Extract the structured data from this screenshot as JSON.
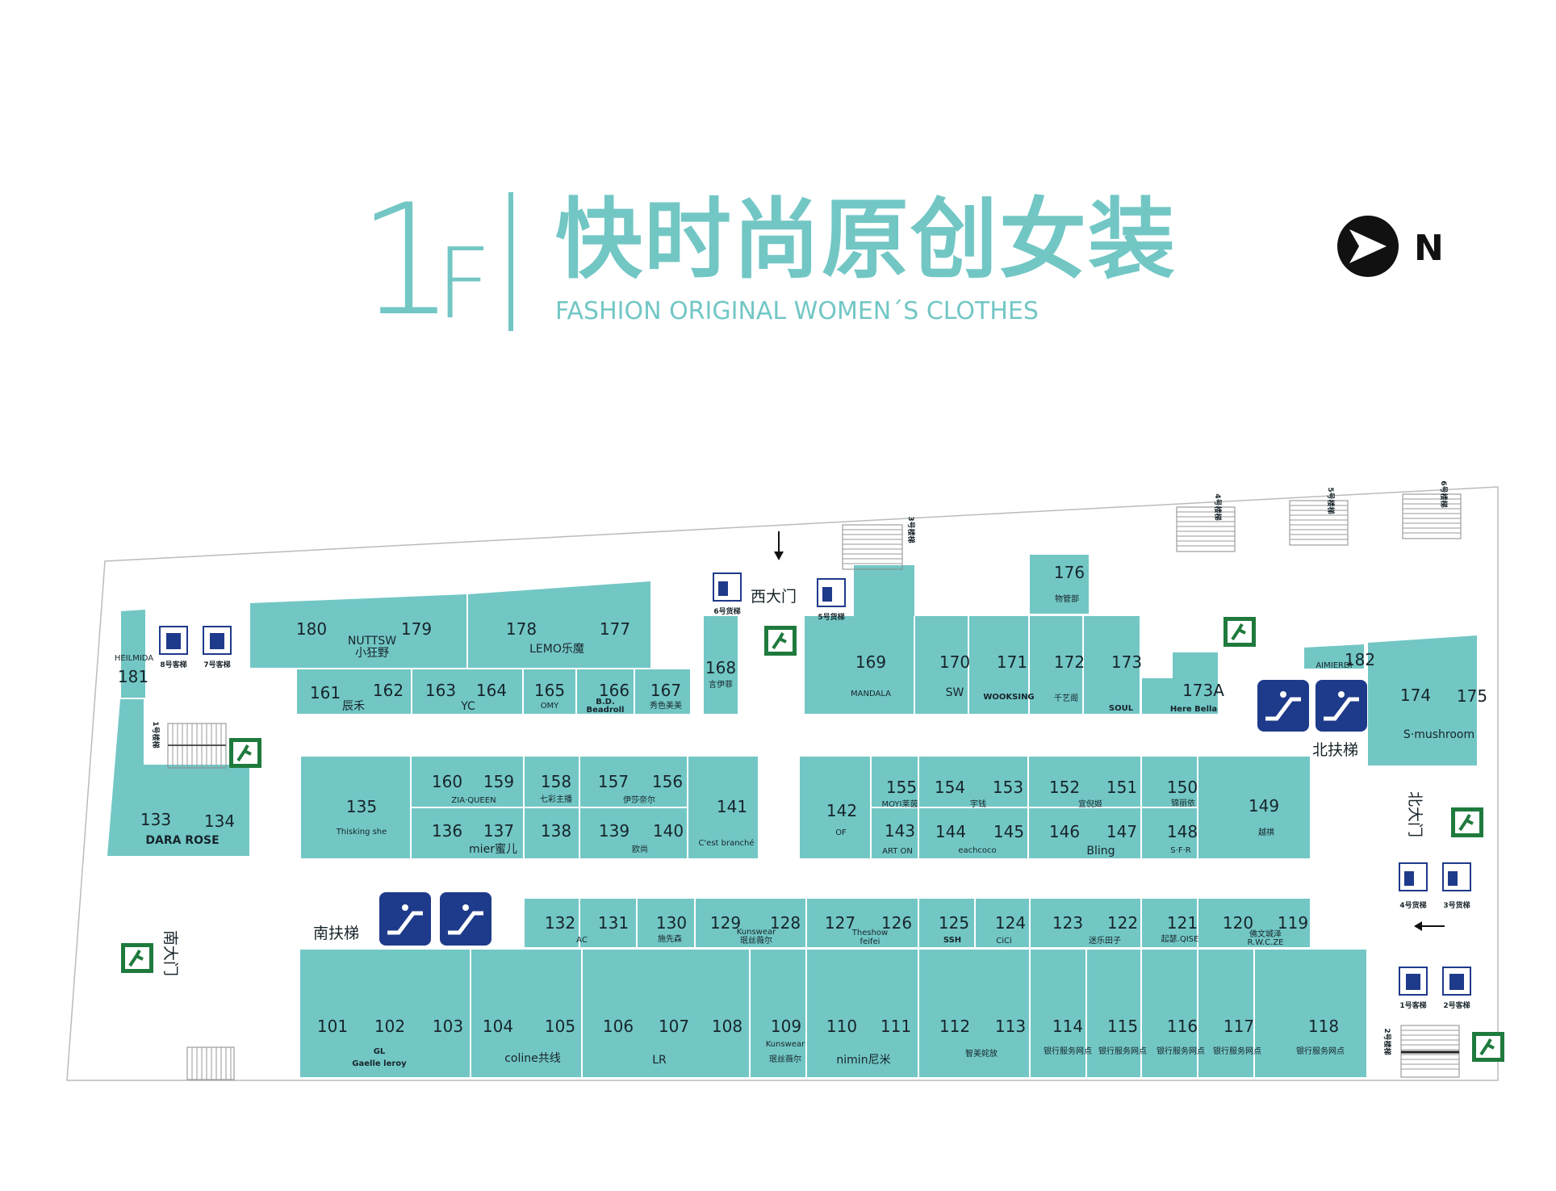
{
  "title": {
    "floor_number": "1",
    "floor_letter": "F",
    "chinese": "快时尚原创女装",
    "english": "FASHION ORIGINAL WOMEN´S CLOTHES"
  },
  "compass": {
    "letter": "N",
    "icon": "north-arrow-icon"
  },
  "colors": {
    "store": "#72c7c5",
    "title": "#72c7c5",
    "escalator_icon": "#1e3a8a",
    "exit_icon": "#1f7a3d",
    "elevator_icon": "#1e3a8a"
  },
  "stores": [
    {
      "id": "180",
      "num": "180"
    },
    {
      "id": "179",
      "num": "179"
    },
    {
      "id": "nuttsw",
      "name": "NUTTSW",
      "name2": "小狂野"
    },
    {
      "id": "178",
      "num": "178"
    },
    {
      "id": "177",
      "num": "177"
    },
    {
      "id": "lemo",
      "name": "LEMO乐魔"
    },
    {
      "id": "161",
      "num": "161"
    },
    {
      "id": "162",
      "num": "162"
    },
    {
      "id": "chenhe",
      "name": "辰禾"
    },
    {
      "id": "163",
      "num": "163"
    },
    {
      "id": "164",
      "num": "164"
    },
    {
      "id": "yc",
      "name": "YC"
    },
    {
      "id": "165",
      "num": "165",
      "name": "OMY"
    },
    {
      "id": "166",
      "num": "166",
      "name": "B.D.",
      "name2": "Beadroll"
    },
    {
      "id": "167",
      "num": "167",
      "name": "秀色美美"
    },
    {
      "id": "168",
      "num": "168",
      "name": "言伊菲"
    },
    {
      "id": "181",
      "num": "181",
      "name": "HEILMIDA"
    },
    {
      "id": "169",
      "num": "169",
      "name": "MANDALA"
    },
    {
      "id": "170",
      "num": "170",
      "name": "SW"
    },
    {
      "id": "171",
      "num": "171",
      "name": "WOOKSING"
    },
    {
      "id": "172",
      "num": "172",
      "name": "千艺阁"
    },
    {
      "id": "173",
      "num": "173",
      "name": "SOUL"
    },
    {
      "id": "173A",
      "num": "173A",
      "name": "Here Bella"
    },
    {
      "id": "176",
      "num": "176",
      "name": "物管部"
    },
    {
      "id": "182",
      "num": "182",
      "name": "AIMIERDI"
    },
    {
      "id": "174",
      "num": "174"
    },
    {
      "id": "175",
      "num": "175"
    },
    {
      "id": "smushroom",
      "name": "S·mushroom"
    },
    {
      "id": "133",
      "num": "133"
    },
    {
      "id": "134",
      "num": "134"
    },
    {
      "id": "dararose",
      "name": "DARA ROSE"
    },
    {
      "id": "135",
      "num": "135",
      "name": "Thisking she"
    },
    {
      "id": "160",
      "num": "160"
    },
    {
      "id": "159",
      "num": "159"
    },
    {
      "id": "ziaqueen",
      "name": "ZIA·QUEEN"
    },
    {
      "id": "158",
      "num": "158",
      "name": "七彩主播"
    },
    {
      "id": "157",
      "num": "157"
    },
    {
      "id": "156",
      "num": "156"
    },
    {
      "id": "yishanaier",
      "name": "伊莎奈尔"
    },
    {
      "id": "136",
      "num": "136"
    },
    {
      "id": "137",
      "num": "137"
    },
    {
      "id": "mier",
      "name": "mier蜜儿"
    },
    {
      "id": "138",
      "num": "138"
    },
    {
      "id": "139",
      "num": "139"
    },
    {
      "id": "140",
      "num": "140"
    },
    {
      "id": "oushang",
      "name": "欧尚"
    },
    {
      "id": "141",
      "num": "141",
      "name": "C'est branché"
    },
    {
      "id": "142",
      "num": "142",
      "name": "OF"
    },
    {
      "id": "155",
      "num": "155",
      "name": "MOYI莱茵"
    },
    {
      "id": "143",
      "num": "143",
      "name": "ART ON"
    },
    {
      "id": "154",
      "num": "154"
    },
    {
      "id": "153",
      "num": "153"
    },
    {
      "id": "yuqian",
      "name": "宇钱"
    },
    {
      "id": "144",
      "num": "144"
    },
    {
      "id": "145",
      "num": "145"
    },
    {
      "id": "eachcoco",
      "name": "eachcoco"
    },
    {
      "id": "152",
      "num": "152"
    },
    {
      "id": "151",
      "num": "151"
    },
    {
      "id": "yisi",
      "name": "宜倪姬"
    },
    {
      "id": "146",
      "num": "146"
    },
    {
      "id": "147",
      "num": "147"
    },
    {
      "id": "bling",
      "name": "Bling"
    },
    {
      "id": "150",
      "num": "150",
      "name": "锦丽依"
    },
    {
      "id": "148",
      "num": "148",
      "name": "S·F·R"
    },
    {
      "id": "149",
      "num": "149",
      "name": "越祺"
    },
    {
      "id": "132",
      "num": "132"
    },
    {
      "id": "131",
      "num": "131"
    },
    {
      "id": "ac",
      "name": "AC"
    },
    {
      "id": "130",
      "num": "130",
      "name": "施先森"
    },
    {
      "id": "129",
      "num": "129"
    },
    {
      "id": "128",
      "num": "128"
    },
    {
      "id": "kunswear1",
      "name": "Kunswear",
      "name2": "珉丝薇尔"
    },
    {
      "id": "127",
      "num": "127"
    },
    {
      "id": "126",
      "num": "126"
    },
    {
      "id": "theshow",
      "name": "Theshow",
      "name2": "feifei"
    },
    {
      "id": "125",
      "num": "125",
      "name": "SSH"
    },
    {
      "id": "124",
      "num": "124",
      "name": "CiCi"
    },
    {
      "id": "123",
      "num": "123"
    },
    {
      "id": "122",
      "num": "122"
    },
    {
      "id": "mile",
      "name": "迷乐田子"
    },
    {
      "id": "121",
      "num": "121",
      "name": "起瑟.QISE"
    },
    {
      "id": "120",
      "num": "120"
    },
    {
      "id": "119",
      "num": "119"
    },
    {
      "id": "rwcze",
      "name": "佛文城泽",
      "name2": "R.W.C.ZE"
    },
    {
      "id": "101",
      "num": "101"
    },
    {
      "id": "102",
      "num": "102"
    },
    {
      "id": "103",
      "num": "103"
    },
    {
      "id": "gl",
      "name": "GL",
      "name2": "Gaelle leroy"
    },
    {
      "id": "104",
      "num": "104"
    },
    {
      "id": "105",
      "num": "105"
    },
    {
      "id": "coline",
      "name": "coline共线"
    },
    {
      "id": "106",
      "num": "106"
    },
    {
      "id": "107",
      "num": "107"
    },
    {
      "id": "108",
      "num": "108"
    },
    {
      "id": "lr",
      "name": "LR"
    },
    {
      "id": "109",
      "num": "109",
      "name": "Kunswear",
      "name2": "珉丝薇尔"
    },
    {
      "id": "110",
      "num": "110"
    },
    {
      "id": "111",
      "num": "111"
    },
    {
      "id": "nimin",
      "name": "nimin尼米"
    },
    {
      "id": "112",
      "num": "112"
    },
    {
      "id": "113",
      "num": "113"
    },
    {
      "id": "zhimei",
      "name": "智美姹放"
    },
    {
      "id": "114",
      "num": "114",
      "name": "银行服务网点"
    },
    {
      "id": "115",
      "num": "115",
      "name": "银行服务网点"
    },
    {
      "id": "116",
      "num": "116",
      "name": "银行服务网点"
    },
    {
      "id": "117",
      "num": "117",
      "name": "银行服务网点"
    },
    {
      "id": "118",
      "num": "118",
      "name": "银行服务网点"
    }
  ],
  "gates": {
    "west": "西大门",
    "north": "北大门",
    "south": "南大门"
  },
  "escalators": {
    "north": "北扶梯",
    "south": "南扶梯"
  },
  "elevators": {
    "e8": "8号客梯",
    "e7": "7号客梯",
    "e1": "1号客梯",
    "e2": "2号客梯",
    "f6": "6号货梯",
    "f5": "5号货梯",
    "f4": "4号货梯",
    "f3": "3号货梯"
  },
  "stairs": {
    "s1": "1号楼梯",
    "s2": "2号楼梯",
    "s3": "3号楼梯",
    "s4": "4号楼梯",
    "s5": "5号楼梯",
    "s6": "6号楼梯"
  }
}
